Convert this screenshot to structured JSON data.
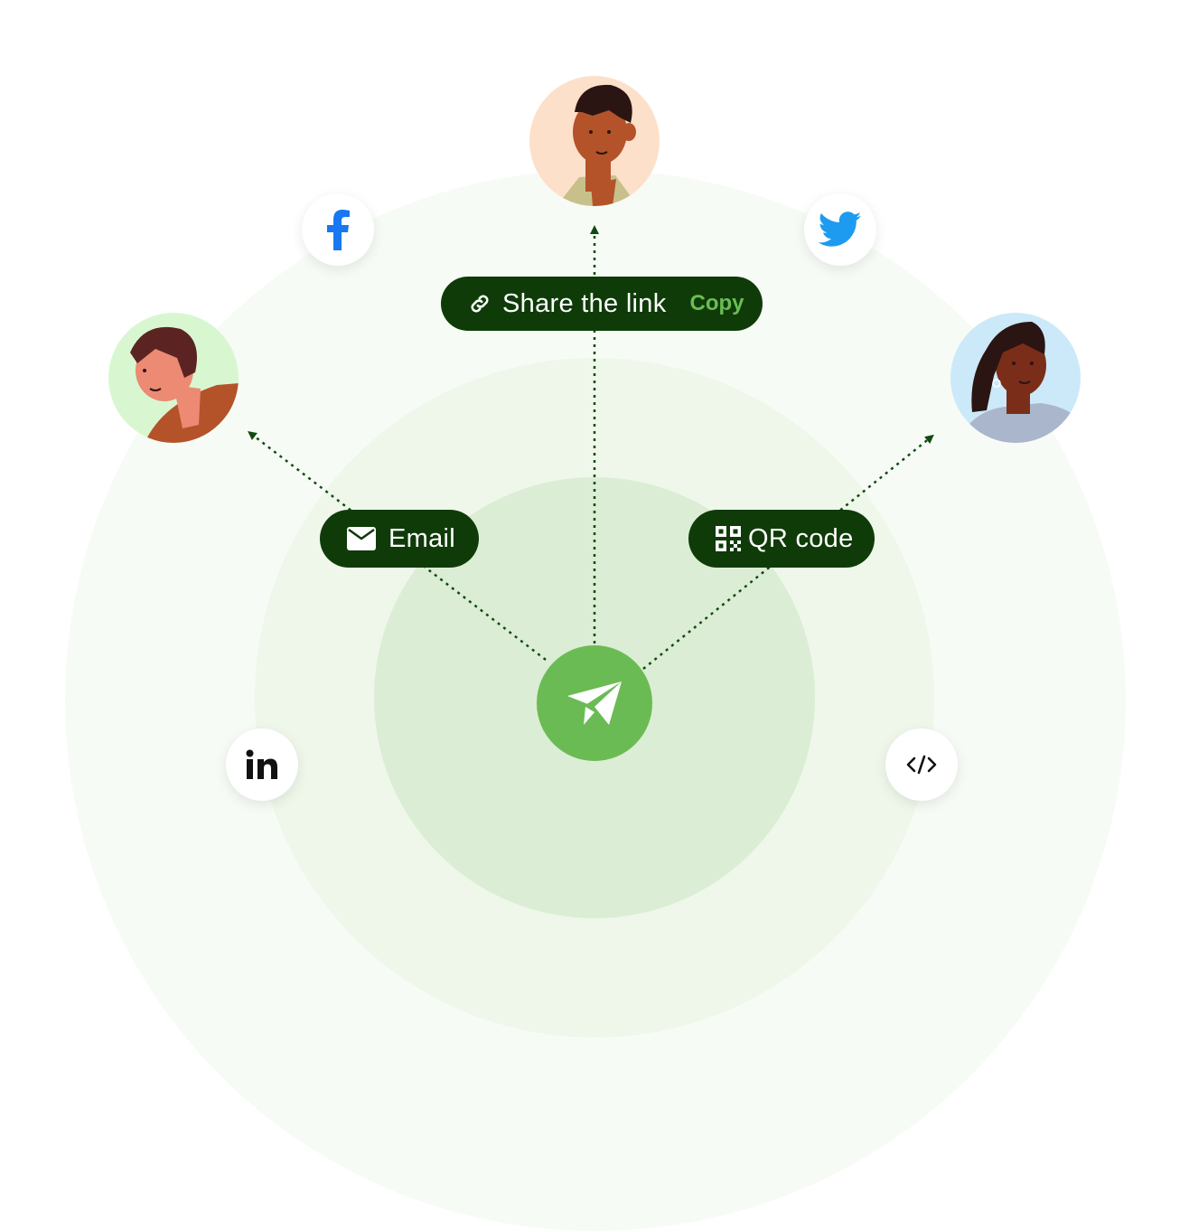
{
  "share_link": {
    "label": "Share the link",
    "copy_label": "Copy"
  },
  "email": {
    "label": "Email"
  },
  "qr": {
    "label": "QR code"
  },
  "social": {
    "facebook": "facebook-icon",
    "twitter": "twitter-icon",
    "linkedin": "linkedin-icon",
    "embed": "embed-code-icon"
  },
  "colors": {
    "pill_bg": "#0f3b09",
    "accent_green": "#6bbb55",
    "copy_text": "#6bbd55",
    "facebook": "#1877f2",
    "twitter": "#1d9bf0"
  }
}
